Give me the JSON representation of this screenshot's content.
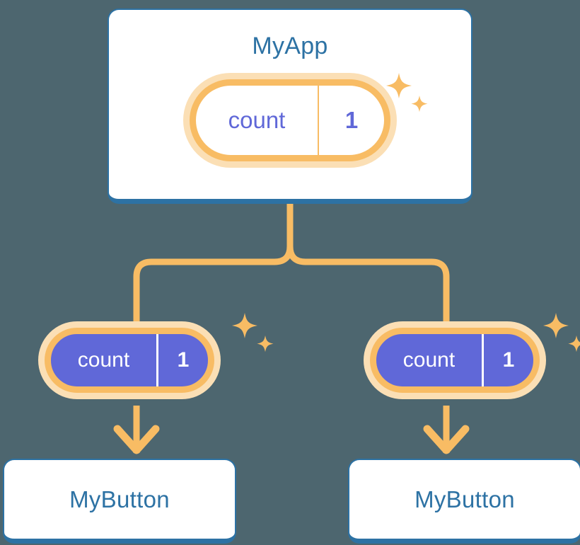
{
  "theme": {
    "background": "#4d666f",
    "card_border": "#2d72a4",
    "card_fill": "#ffffff",
    "title_text": "#2d72a4",
    "accent_orange": "#f8bc64",
    "accent_orange_soft": "#fbdfb5",
    "state_purple": "#6068d8",
    "state_text_on_fill": "#ffffff"
  },
  "diagram": {
    "type": "component-tree",
    "title_node": "MyApp",
    "state_key": "count",
    "state_value": "1",
    "edge_style": "rounded-elbow",
    "arrow_style": "chevron-down"
  },
  "nodes": {
    "root": {
      "label": "MyApp",
      "state": {
        "key": "count",
        "value": "1",
        "variant": "outlined"
      }
    },
    "children": [
      {
        "label": "MyButton",
        "state": {
          "key": "count",
          "value": "1",
          "variant": "filled"
        }
      },
      {
        "label": "MyButton",
        "state": {
          "key": "count",
          "value": "1",
          "variant": "filled"
        }
      }
    ]
  },
  "icons": {
    "sparkle_large": "sparkle-four-point-icon",
    "sparkle_small": "sparkle-four-point-small-icon",
    "arrow": "arrow-down-icon"
  }
}
